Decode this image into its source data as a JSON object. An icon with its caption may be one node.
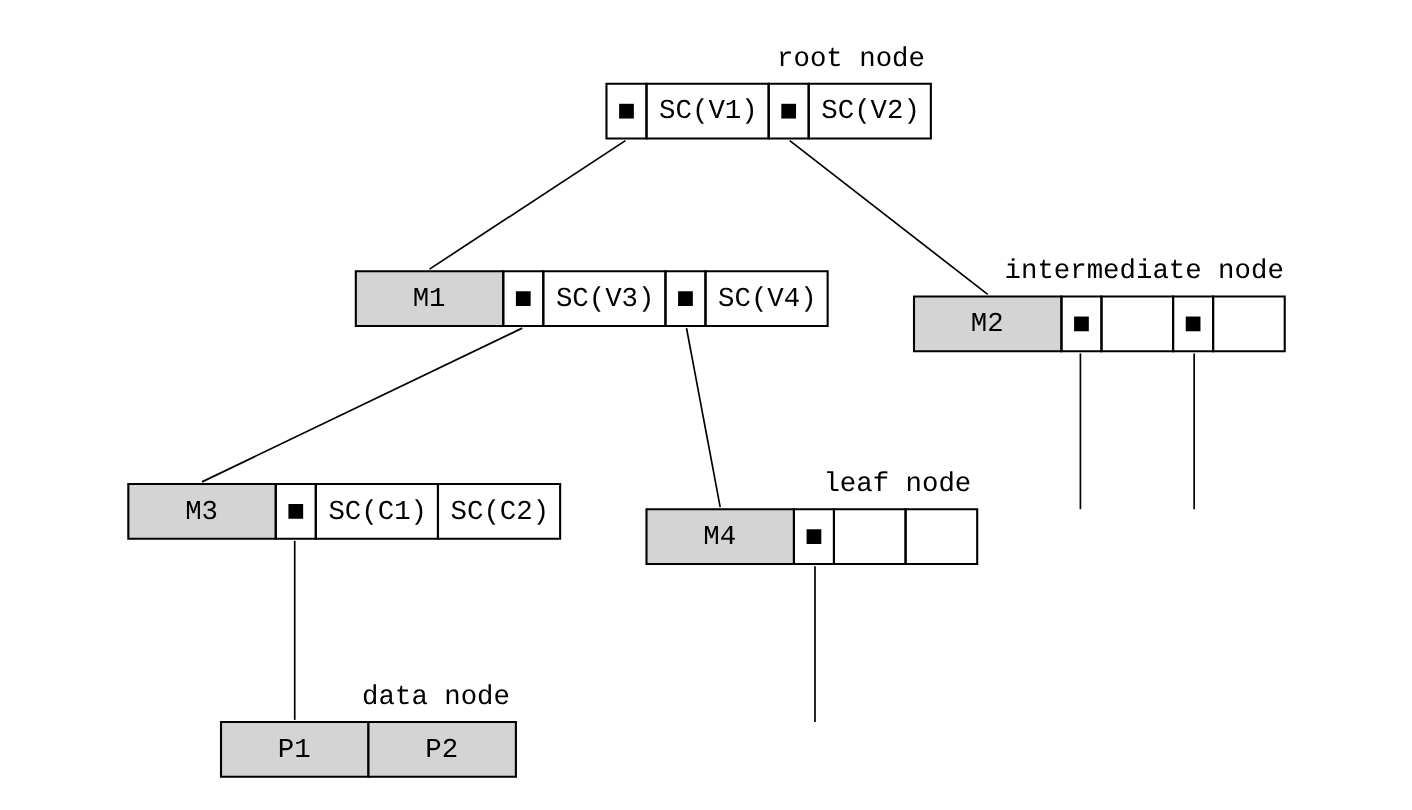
{
  "diagram": {
    "nodes": [
      {
        "text": [
          "root node",
          "SC(V1)",
          "SC(V2)"
        ]
      },
      {
        "text": [
          "M1",
          "SC(V3)",
          "SC(V4)"
        ]
      },
      {
        "text": [
          "intermediate node",
          "M2"
        ]
      },
      {
        "text": [
          "M3",
          "SC(C1)",
          "SC(C2)"
        ]
      },
      {
        "text": [
          "leaf node",
          "M4"
        ]
      },
      {
        "text": [
          "data node",
          "P1",
          "P2"
        ]
      }
    ],
    "edges": [
      {
        "from": 0,
        "to": 1,
        "arrow": "none"
      },
      {
        "from": 0,
        "to": 2,
        "arrow": "none"
      },
      {
        "from": 1,
        "to": 3,
        "arrow": "none"
      },
      {
        "from": 1,
        "to": 4,
        "arrow": "none"
      },
      {
        "from": 2,
        "to": null,
        "arrow": "none"
      },
      {
        "from": 2,
        "to": null,
        "arrow": "none"
      },
      {
        "from": 3,
        "to": 5,
        "arrow": "none"
      },
      {
        "from": 4,
        "to": null,
        "arrow": "none"
      }
    ]
  }
}
